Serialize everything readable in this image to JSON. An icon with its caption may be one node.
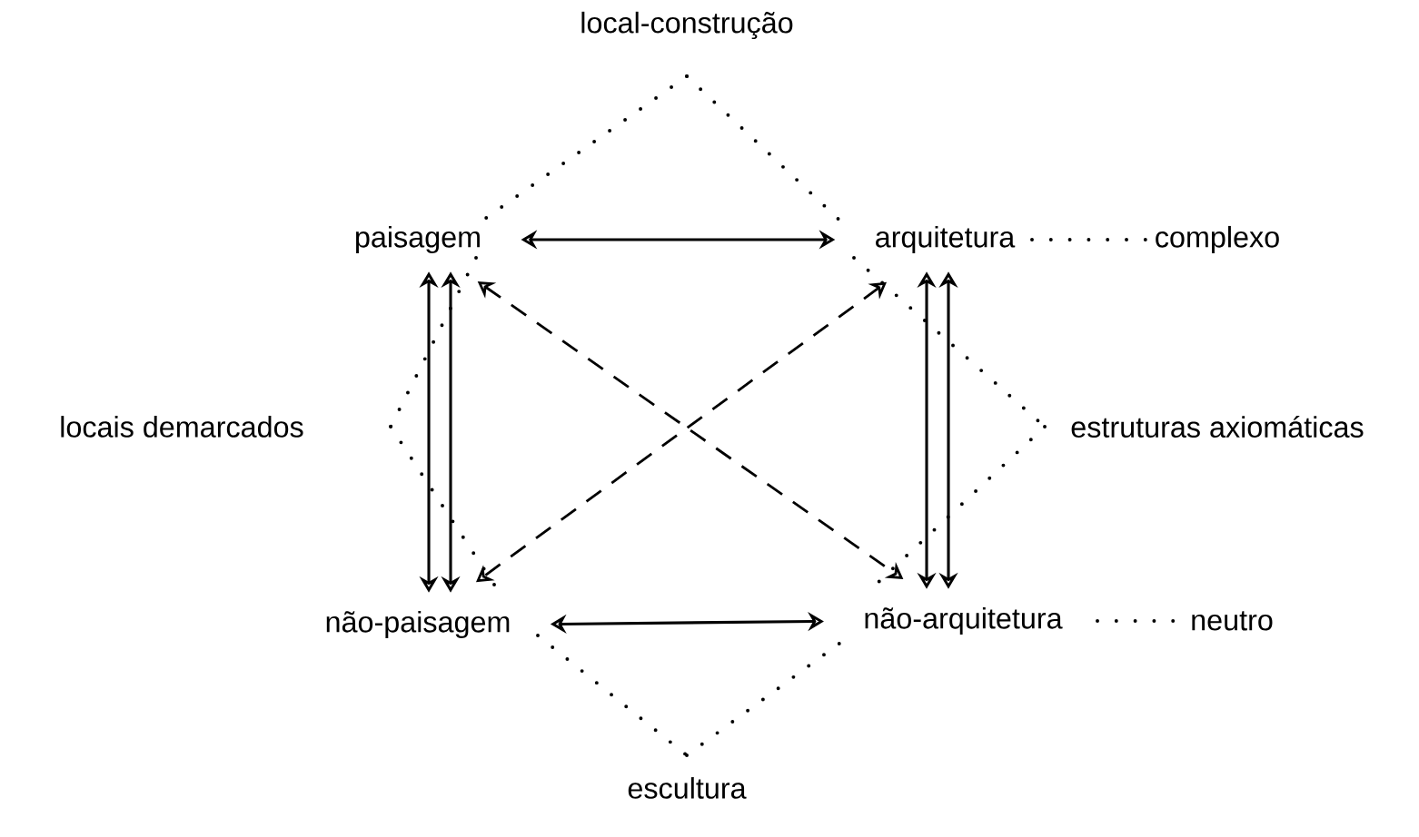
{
  "diagram": {
    "nodes": [
      {
        "text": [
          "local-construção"
        ]
      },
      {
        "text": [
          "paisagem"
        ]
      },
      {
        "text": [
          "arquitetura"
        ]
      },
      {
        "text": [
          "complexo"
        ]
      },
      {
        "text": [
          "locais demarcados"
        ]
      },
      {
        "text": [
          "estruturas axiomáticas"
        ]
      },
      {
        "text": [
          "não-paisagem"
        ]
      },
      {
        "text": [
          "não-arquitetura"
        ]
      },
      {
        "text": [
          "neutro"
        ]
      },
      {
        "text": [
          "escultura"
        ]
      }
    ],
    "edges": [
      {
        "from": 1,
        "to": 2,
        "arrow": "both"
      },
      {
        "from": 6,
        "to": 7,
        "arrow": "both"
      },
      {
        "from": 1,
        "to": 7,
        "arrow": "both",
        "style": "dashed"
      },
      {
        "from": 2,
        "to": 6,
        "arrow": "both",
        "style": "dashed"
      },
      {
        "from": 1,
        "to": 6,
        "arrow": "both"
      },
      {
        "from": 1,
        "to": 6,
        "arrow": "both"
      },
      {
        "from": 2,
        "to": 7,
        "arrow": "both"
      },
      {
        "from": 2,
        "to": 7,
        "arrow": "both"
      },
      {
        "from": 0,
        "to": 1,
        "arrow": "none",
        "style": "dashed"
      },
      {
        "from": 0,
        "to": 2,
        "arrow": "none",
        "style": "dashed"
      },
      {
        "from": 2,
        "to": 3,
        "arrow": "none",
        "style": "dashed"
      },
      {
        "from": 1,
        "to": 4,
        "arrow": "none",
        "style": "dashed"
      },
      {
        "from": 4,
        "to": 6,
        "arrow": "none",
        "style": "dashed"
      },
      {
        "from": 2,
        "to": 5,
        "arrow": "none",
        "style": "dashed"
      },
      {
        "from": 5,
        "to": 7,
        "arrow": "none",
        "style": "dashed"
      },
      {
        "from": 7,
        "to": 8,
        "arrow": "none",
        "style": "dashed"
      },
      {
        "from": 6,
        "to": 9,
        "arrow": "none",
        "style": "dashed"
      },
      {
        "from": 9,
        "to": 7,
        "arrow": "none",
        "style": "dashed"
      }
    ]
  }
}
